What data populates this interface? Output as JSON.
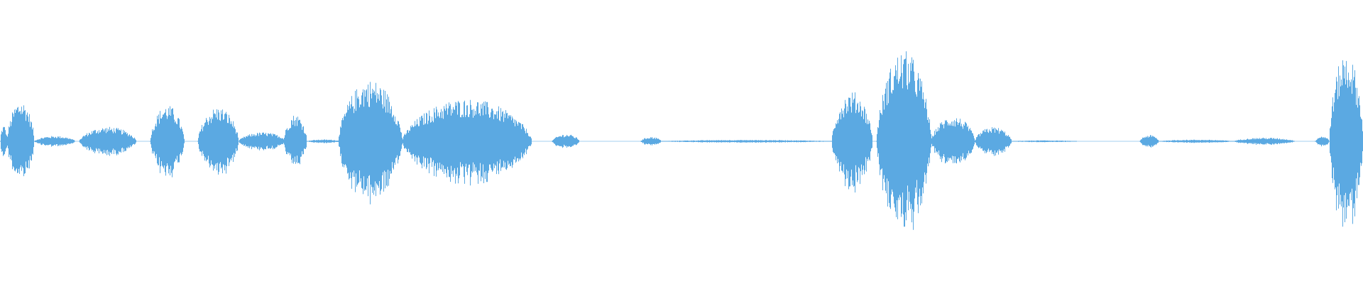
{
  "waveform": {
    "color": "#5ba9e2",
    "background": "#ffffff",
    "amplitude_scale": 1.0,
    "duration_fraction_visible": 1.0,
    "segments": [
      {
        "start": 0.0,
        "end": 0.005,
        "peak": 0.18
      },
      {
        "start": 0.005,
        "end": 0.025,
        "peak": 0.45
      },
      {
        "start": 0.025,
        "end": 0.055,
        "peak": 0.06
      },
      {
        "start": 0.058,
        "end": 0.1,
        "peak": 0.16
      },
      {
        "start": 0.11,
        "end": 0.135,
        "peak": 0.4
      },
      {
        "start": 0.145,
        "end": 0.175,
        "peak": 0.38
      },
      {
        "start": 0.175,
        "end": 0.21,
        "peak": 0.1
      },
      {
        "start": 0.208,
        "end": 0.225,
        "peak": 0.3
      },
      {
        "start": 0.225,
        "end": 0.25,
        "peak": 0.02
      },
      {
        "start": 0.248,
        "end": 0.295,
        "peak": 0.68
      },
      {
        "start": 0.295,
        "end": 0.39,
        "peak": 0.47
      },
      {
        "start": 0.405,
        "end": 0.425,
        "peak": 0.08
      },
      {
        "start": 0.47,
        "end": 0.485,
        "peak": 0.05
      },
      {
        "start": 0.485,
        "end": 0.61,
        "peak": 0.015
      },
      {
        "start": 0.61,
        "end": 0.64,
        "peak": 0.55
      },
      {
        "start": 0.643,
        "end": 0.683,
        "peak": 1.0
      },
      {
        "start": 0.683,
        "end": 0.715,
        "peak": 0.28
      },
      {
        "start": 0.715,
        "end": 0.742,
        "peak": 0.16
      },
      {
        "start": 0.742,
        "end": 0.79,
        "peak": 0.01
      },
      {
        "start": 0.836,
        "end": 0.85,
        "peak": 0.07
      },
      {
        "start": 0.85,
        "end": 0.905,
        "peak": 0.018
      },
      {
        "start": 0.905,
        "end": 0.95,
        "peak": 0.04
      },
      {
        "start": 0.965,
        "end": 0.975,
        "peak": 0.06
      },
      {
        "start": 0.975,
        "end": 1.0,
        "peak": 0.98
      }
    ]
  }
}
